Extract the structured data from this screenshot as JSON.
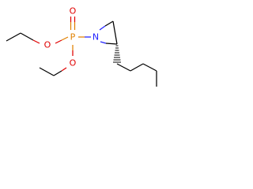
{
  "molecule": {
    "atoms": [
      {
        "id": "o_carbonyl",
        "symbol": "O",
        "color": "#e00000"
      },
      {
        "id": "p",
        "symbol": "P",
        "color": "#e08000"
      },
      {
        "id": "o_ethoxy_1",
        "symbol": "O",
        "color": "#e00000"
      },
      {
        "id": "o_ethoxy_2",
        "symbol": "O",
        "color": "#e00000"
      },
      {
        "id": "n",
        "symbol": "N",
        "color": "#2020ff"
      }
    ]
  }
}
